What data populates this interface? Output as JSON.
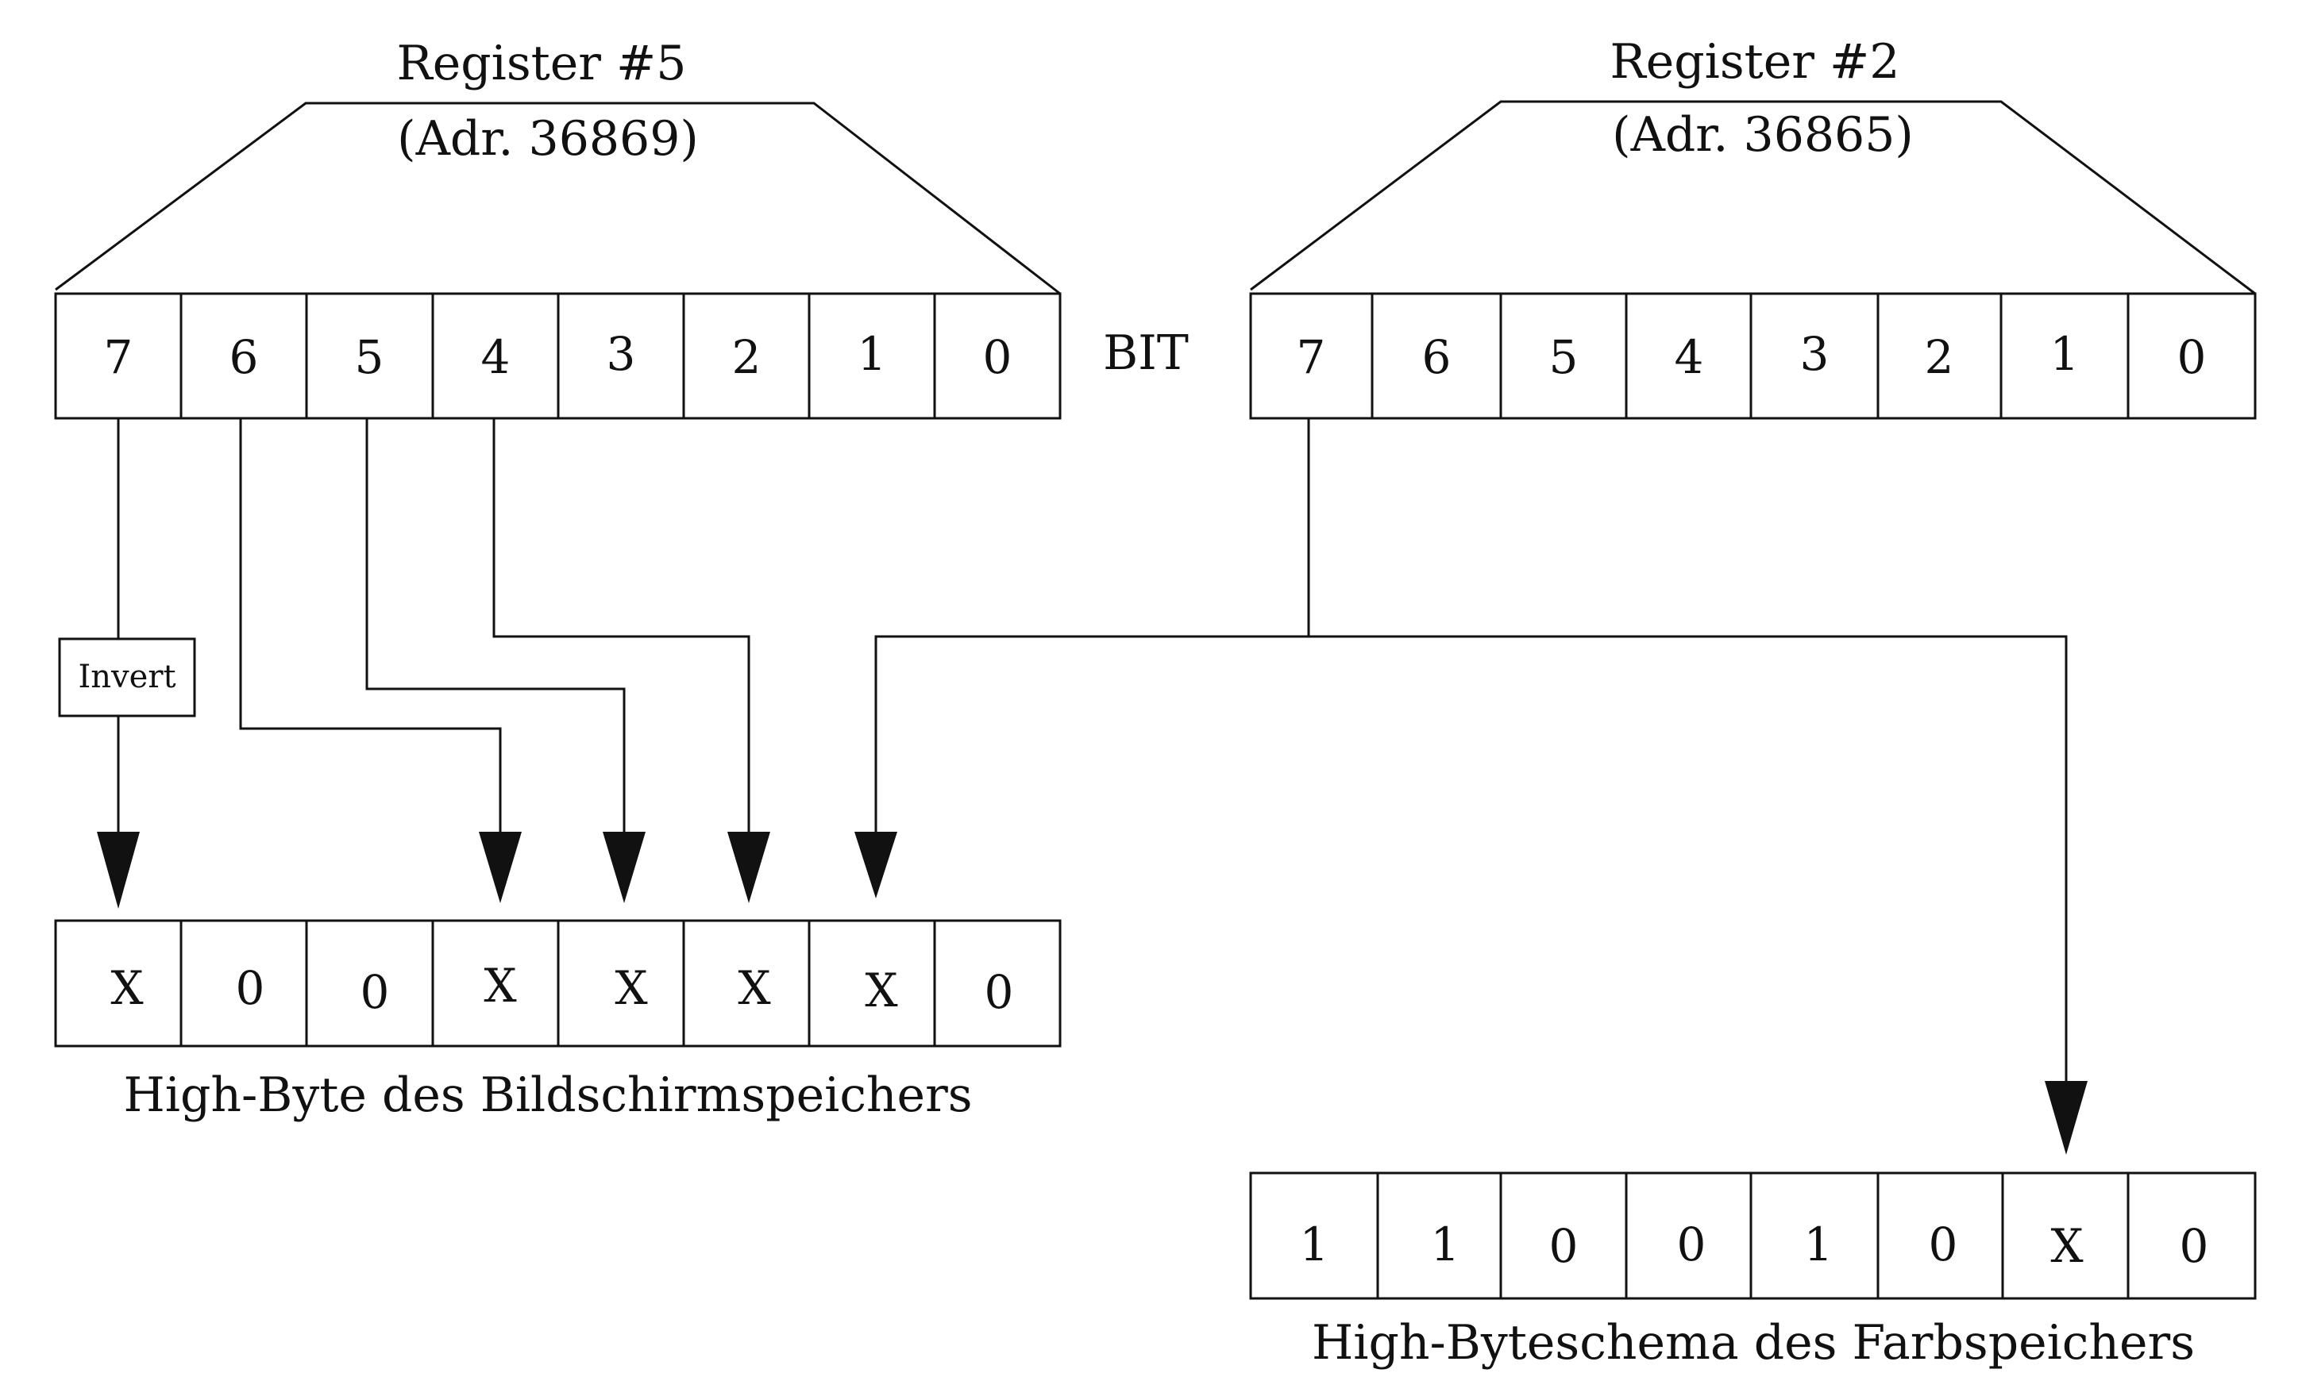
{
  "register5": {
    "title": "Register #5",
    "address": "(Adr. 36869)",
    "bits": [
      "7",
      "6",
      "5",
      "4",
      "3",
      "2",
      "1",
      "0"
    ]
  },
  "register2": {
    "title": "Register #2",
    "address": "(Adr. 36865)",
    "bits": [
      "7",
      "6",
      "5",
      "4",
      "3",
      "2",
      "1",
      "0"
    ]
  },
  "bit_label": "BIT",
  "invert_label": "Invert",
  "screen_high_byte": {
    "caption": "High-Byte des Bildschirmspeichers",
    "cells": [
      "X",
      "0",
      "0",
      "X",
      "X",
      "X",
      "X",
      "0"
    ]
  },
  "color_high_byte": {
    "caption": "High-Byteschema des Farbspeichers",
    "cells": [
      "1",
      "1",
      "0",
      "0",
      "1",
      "0",
      "X",
      "0"
    ]
  }
}
